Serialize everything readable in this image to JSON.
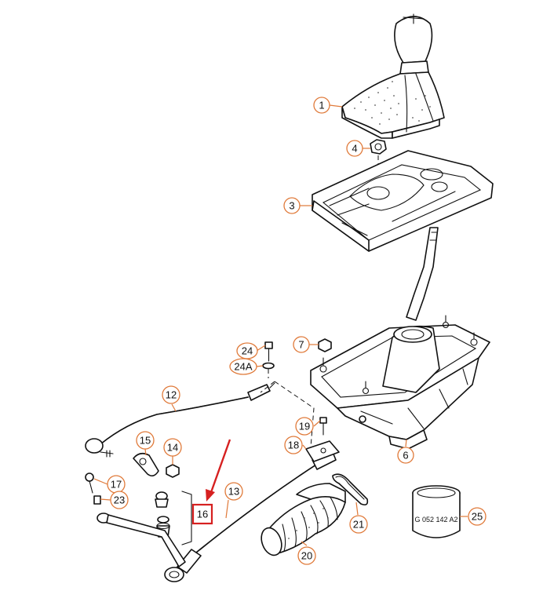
{
  "callouts": {
    "c1": "1",
    "c3": "3",
    "c4": "4",
    "c6": "6",
    "c7": "7",
    "c12": "12",
    "c13": "13",
    "c14": "14",
    "c15": "15",
    "c16": "16",
    "c17": "17",
    "c18": "18",
    "c19": "19",
    "c20": "20",
    "c21": "21",
    "c23": "23",
    "c24": "24",
    "c24a": "24A",
    "c25": "25"
  },
  "part_marking": "G 052 142 A2",
  "highlight": {
    "callout": "16",
    "color": "#d62020"
  },
  "colors": {
    "callout_ring": "#e07a3a",
    "line_art": "#111111",
    "highlight_arrow": "#d62020"
  }
}
